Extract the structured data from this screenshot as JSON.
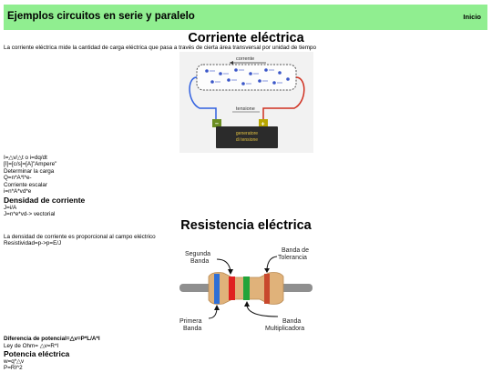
{
  "header": {
    "title": "Ejemplos circuitos en serie y paralelo",
    "nav_home": "Inicio"
  },
  "section1": {
    "title": "Corriente eléctrica",
    "intro": "La corriente eléctrica mide la cantidad de carga eléctrica que pasa a través de cierta área transversal por unidad de tiempo",
    "figure": {
      "label_current": "corrente",
      "label_voltage": "tensione",
      "generator_line1": "generatore",
      "generator_line2": "di tensione",
      "minus": "–",
      "plus": "+"
    },
    "lines": [
      "I=△v/△t o i=dq/dt",
      "[I]=[c/s]=[A]\"Ampere\"",
      "Determinar la carga",
      "Q=n*A*l*e-",
      "Corriente escalar",
      "i=n*A*vd*e"
    ],
    "density_title": "Densidad de corriente",
    "density_lines": [
      "J=i/A",
      "J=n*e*vd-> vectorial"
    ]
  },
  "section2": {
    "title": "Resistencia eléctrica",
    "intro": "La densidad de corriente es proporcional al campo eléctrico",
    "resistivity": "Resistividad=p->p=E/J",
    "figure": {
      "label_segunda_1": "Segunda",
      "label_segunda_2": "Banda",
      "label_tolerancia_1": "Banda de",
      "label_tolerancia_2": "Tolerancia",
      "label_primera_1": "Primera",
      "label_primera_2": "Banda",
      "label_mult_1": "Banda",
      "label_mult_2": "Multiplicadora"
    },
    "potential_diff": "Diferencia de potencial=△v=P*L/A*I",
    "ohm": "Ley de Ohm= △v=R*I",
    "power_title": "Potencia eléctrica",
    "power_lines": [
      "w=q*△v",
      "P=RI^2"
    ]
  }
}
